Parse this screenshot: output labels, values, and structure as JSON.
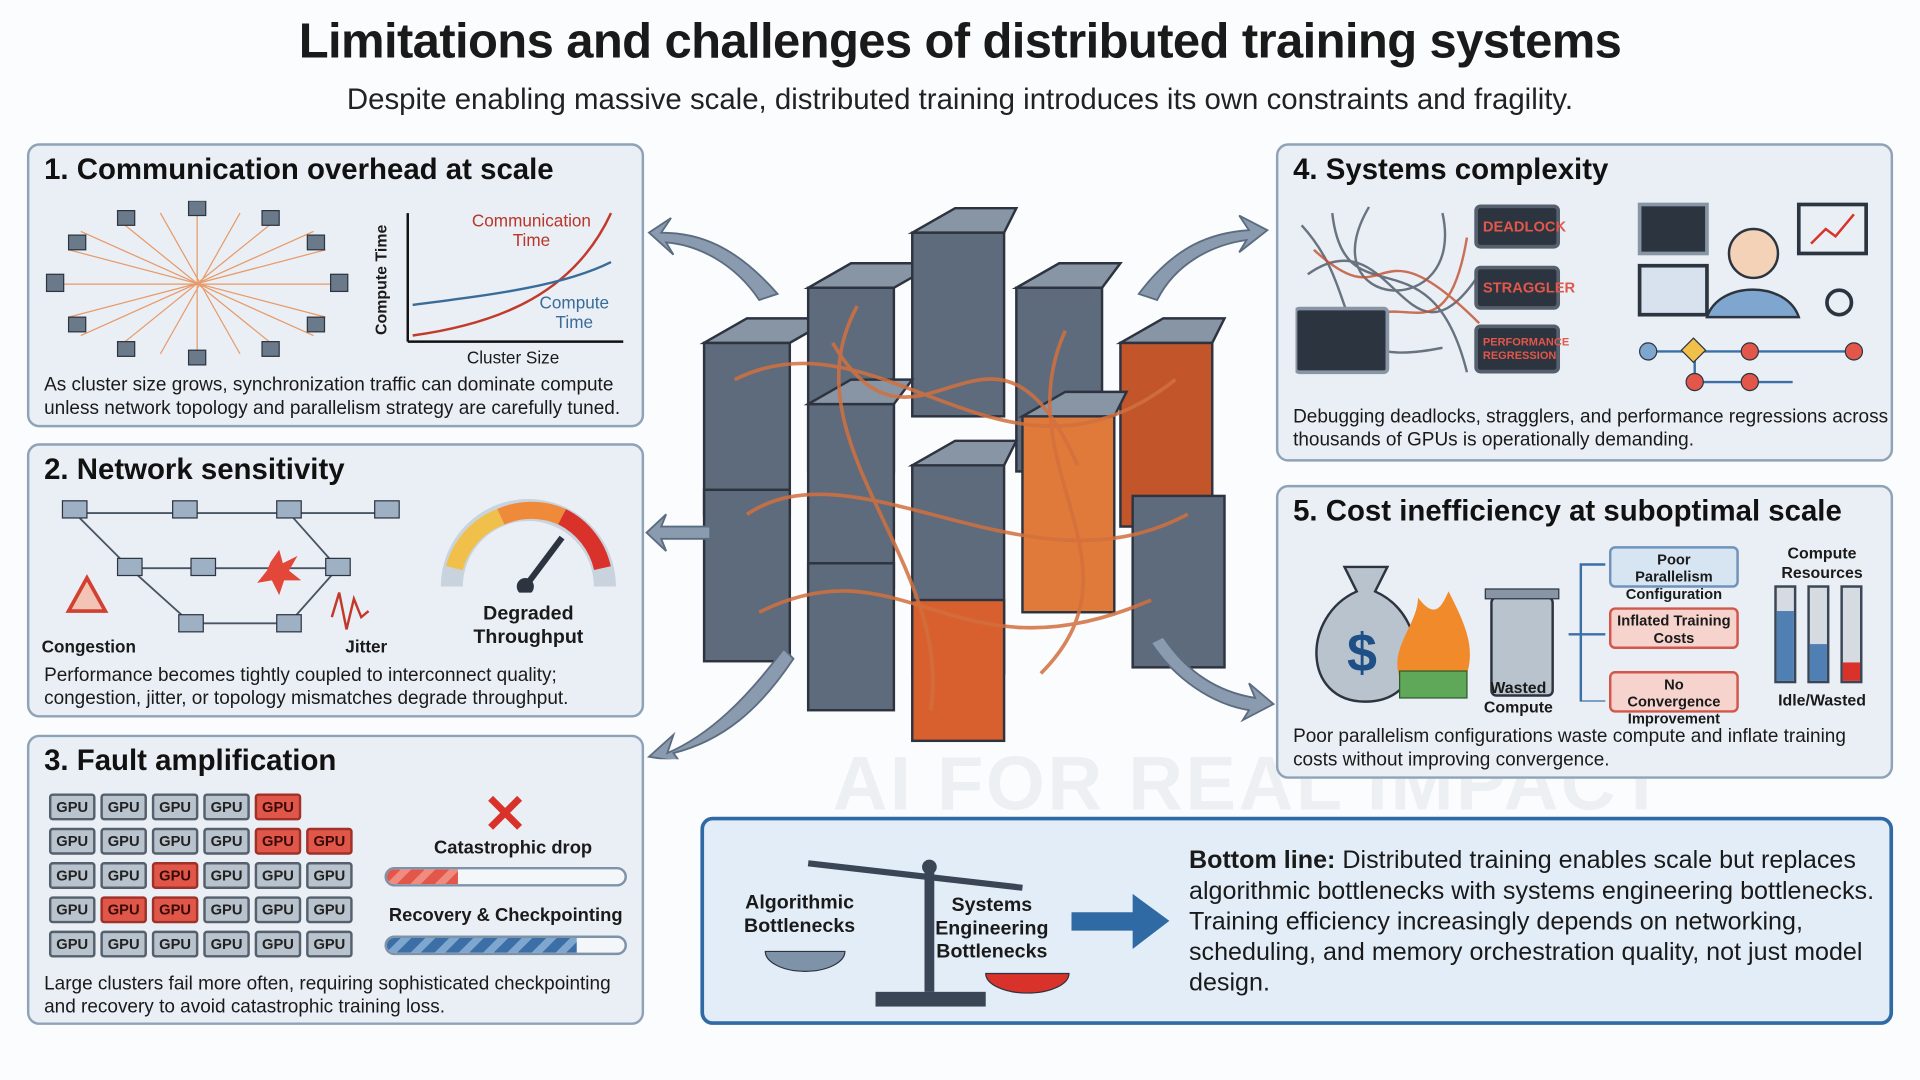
{
  "header": {
    "title": "Limitations and challenges of distributed training systems",
    "subtitle": "Despite enabling massive scale, distributed training introduces its own constraints and fragility."
  },
  "watermark": "AI FOR REAL IMPACT",
  "panel1": {
    "title": "1. Communication overhead at scale",
    "y_axis": "Compute Time",
    "x_axis": "Cluster Size",
    "series_comm": "Communication Time",
    "series_compute": "Compute Time",
    "description": "As cluster size grows, synchronization traffic can dominate compute unless network topology and parallelism strategy are carefully tuned."
  },
  "panel2": {
    "title": "2. Network sensitivity",
    "congestion": "Congestion",
    "jitter": "Jitter",
    "gauge": "Degraded Throughput",
    "description": "Performance becomes tightly coupled to interconnect quality; congestion, jitter, or topology mismatches degrade throughput."
  },
  "panel3": {
    "title": "3. Fault amplification",
    "gpu_label": "GPU",
    "catastrophic": "Catastrophic drop",
    "recovery": "Recovery & Checkpointing",
    "catastrophic_progress": 0.3,
    "recovery_progress": 0.8,
    "description": "Large clusters fail more often, requiring sophisticated checkpointing and recovery to avoid catastrophic training loss."
  },
  "panel4": {
    "title": "4. Systems complexity",
    "deadlock": "DEADLOCK",
    "straggler": "STRAGGLER",
    "regression": "PERFORMANCE REGRESSION",
    "description": "Debugging deadlocks, stragglers, and performance regressions across thousands of GPUs is operationally demanding."
  },
  "panel5": {
    "title": "5. Cost inefficiency at suboptimal scale",
    "wasted": "Wasted Compute",
    "flow": [
      "Poor Parallelism Configuration",
      "Inflated Training Costs",
      "No Convergence Improvement"
    ],
    "resources_title": "Compute Resources",
    "resources_footer": "Idle/Wasted",
    "bars": [
      0.75,
      0.4,
      0.2
    ],
    "description": "Poor parallelism configurations waste compute and inflate training costs without improving convergence."
  },
  "bottom": {
    "left_label": "Algorithmic Bottlenecks",
    "right_label": "Systems Engineering Bottlenecks",
    "lead": "Bottom line:",
    "text": " Distributed training enables scale but replaces algorithmic bottlenecks with systems engineering bottlenecks. Training efficiency increasingly depends on networking, scheduling, and memory orchestration quality, not just model design."
  },
  "colors": {
    "panel_bg": "#e9eff5",
    "panel_border": "#8ea2b8",
    "accent_red": "#d9473a",
    "accent_blue": "#3b6fa6"
  }
}
